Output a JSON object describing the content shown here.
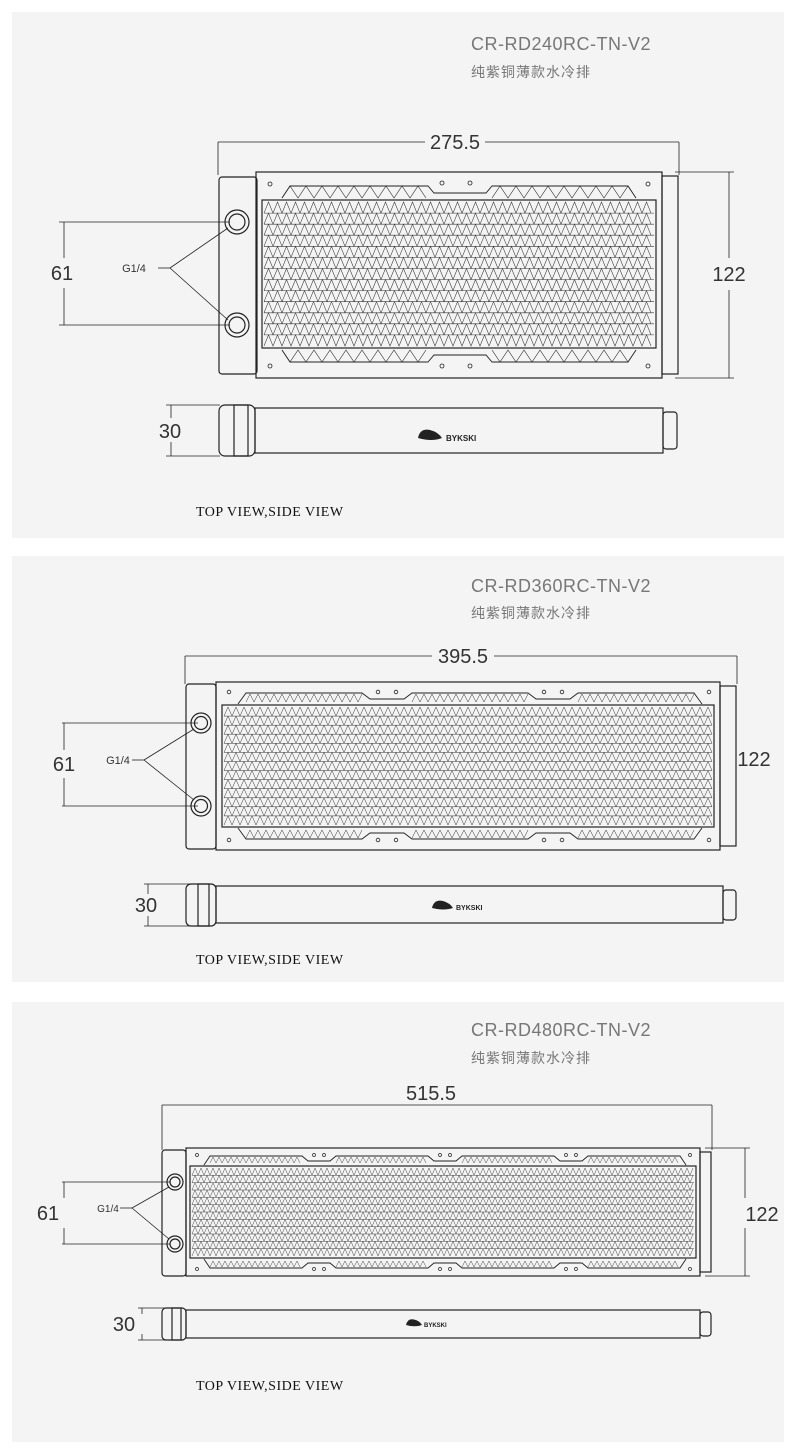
{
  "sections": [
    {
      "model": "CR-RD240RC-TN-V2",
      "subtitle": "纯紫铜薄款水冷排",
      "width_label": "275.5",
      "height_label": "122",
      "spacing_label": "61",
      "port_label": "G1/4",
      "thickness_label": "30",
      "view_caption": "TOP VIEW,SIDE VIEW",
      "brand": "BYKSKI",
      "fan_count": 2
    },
    {
      "model": "CR-RD360RC-TN-V2",
      "subtitle": "纯紫铜薄款水冷排",
      "width_label": "395.5",
      "height_label": "122",
      "spacing_label": "61",
      "port_label": "G1/4",
      "thickness_label": "30",
      "view_caption": "TOP VIEW,SIDE VIEW",
      "brand": "BYKSKI",
      "fan_count": 3
    },
    {
      "model": "CR-RD480RC-TN-V2",
      "subtitle": "纯紫铜薄款水冷排",
      "width_label": "515.5",
      "height_label": "122",
      "spacing_label": "61",
      "port_label": "G1/4",
      "thickness_label": "30",
      "view_caption": "TOP VIEW,SIDE VIEW",
      "brand": "BYKSKI",
      "fan_count": 4
    }
  ],
  "colors": {
    "panel": "#f4f4f4",
    "line": "#222222",
    "text": "#777777"
  }
}
